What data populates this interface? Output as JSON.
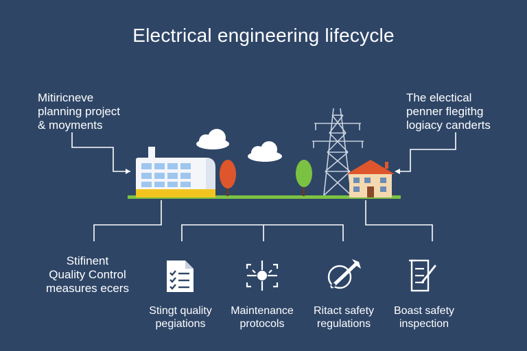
{
  "title": "Electrical engineering lifecycle",
  "left_callout": [
    "Mitiricneve",
    "planning project",
    "& moyments"
  ],
  "right_callout": [
    "The electical",
    "penner flegithg",
    "logiacy canderts"
  ],
  "bottom_left_callout": [
    "Stifinent",
    "Quality Control",
    "measures ecers"
  ],
  "items": [
    {
      "icon": "checklist-document-icon",
      "lines": [
        "Stingt quality",
        "pegiations"
      ]
    },
    {
      "icon": "maintenance-gear-icon",
      "lines": [
        "Maintenance",
        "protocols"
      ]
    },
    {
      "icon": "safety-wrench-icon",
      "lines": [
        "Ritact safety",
        "regulations"
      ]
    },
    {
      "icon": "inspection-checklist-icon",
      "lines": [
        "Boast safety",
        "inspection"
      ]
    }
  ],
  "colors": {
    "background": "#2e4566",
    "ground": "#7cc242",
    "factory_stripe": "#f2c420",
    "roof": "#e0562c",
    "tree_orange": "#e0562c",
    "tree_green": "#7cc242",
    "lines": "#ffffff"
  }
}
